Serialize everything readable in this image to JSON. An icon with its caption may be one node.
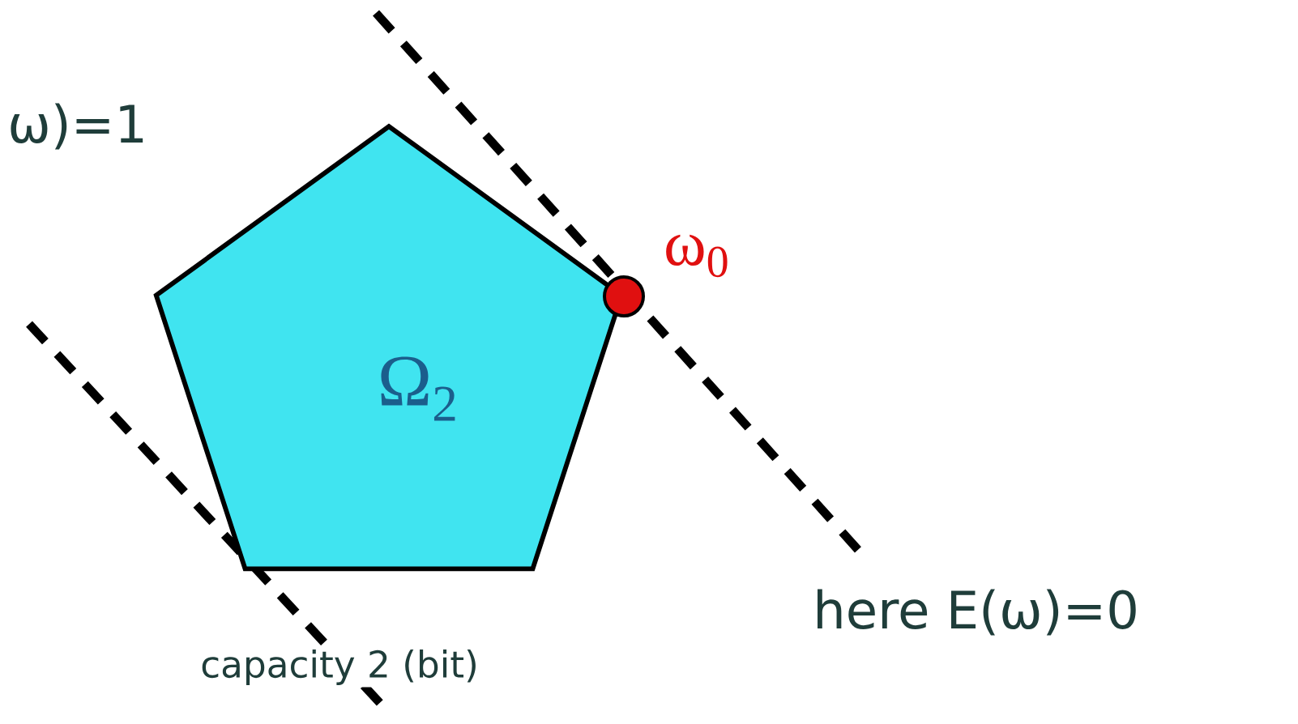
{
  "diagram": {
    "nodes": [
      {
        "text": [
          "Ω$_{2}$"
        ]
      },
      {
        "text": [],
        "shape": "circle",
        "beside": [
          "ω$_{0}$"
        ]
      }
    ],
    "labels": [
      "ω)=1",
      "here E(ω)=0",
      "capacity 2 (bit)"
    ]
  }
}
